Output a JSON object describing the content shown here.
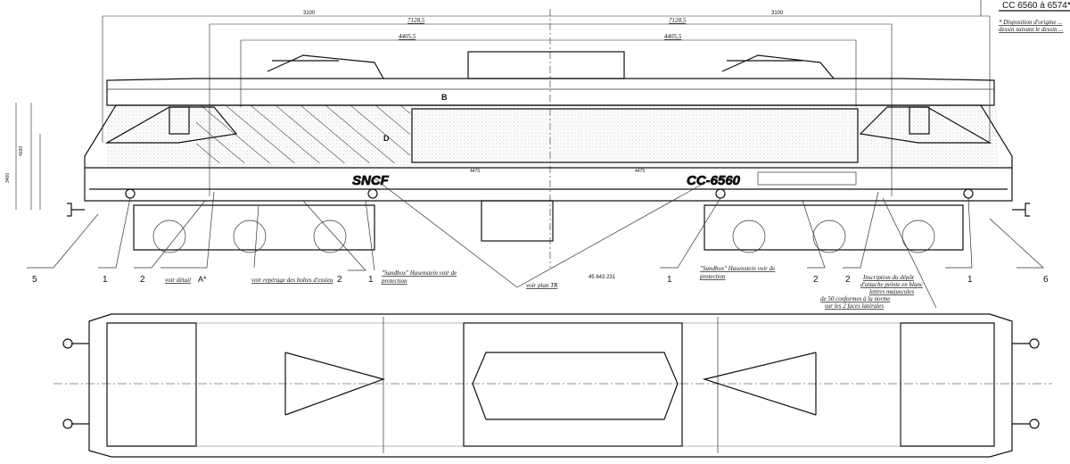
{
  "title_block": {
    "series": "CC 6560 à 6574*",
    "note_line1": "* Disposition d'origine ...",
    "note_line2": "dessin suivant le dessin ..."
  },
  "dimensions": {
    "overall_left": "3100",
    "overall_right": "3100",
    "half_length_left": "7128,5",
    "half_length_right": "7128,5",
    "pivot_left": "4405,5",
    "pivot_right": "4405,5",
    "panel_left": "4475",
    "panel_right": "4475",
    "height_total": "4020",
    "height_side": "3400"
  },
  "markings": {
    "sncf_logo": "SNCF",
    "loco_number": "CC-6560",
    "section_b": "B",
    "section_d": "D"
  },
  "callouts": {
    "c5": "5",
    "c1a": "1",
    "c2a": "2",
    "c2b": "2",
    "c1b": "1",
    "c1c": "1",
    "c2c": "2",
    "c2d": "2",
    "c1d": "1",
    "c6": "6",
    "detail_a": "voir détail",
    "detail_a_mark": "A*",
    "axle_boxes": "voir repérage des boîtes d'essieu",
    "sandbox_left_1": "\"Sandbox\" Hasenstein  voir  de",
    "sandbox_left_2": "protection",
    "sandbox_right_1": "\"Sandbox\" Hasenstein  voir  de",
    "sandbox_right_2": "protection",
    "plan_ref": "voir plan TR",
    "plan_number": "45 843 231",
    "right_note_1": "Inscription du dépôt",
    "right_note_2": "d'attache peinte en blanc",
    "right_note_3": "lettres majuscules",
    "right_note_4": "de 50 conformes à la norme",
    "right_note_5": "sur les 2 faces latérales"
  }
}
